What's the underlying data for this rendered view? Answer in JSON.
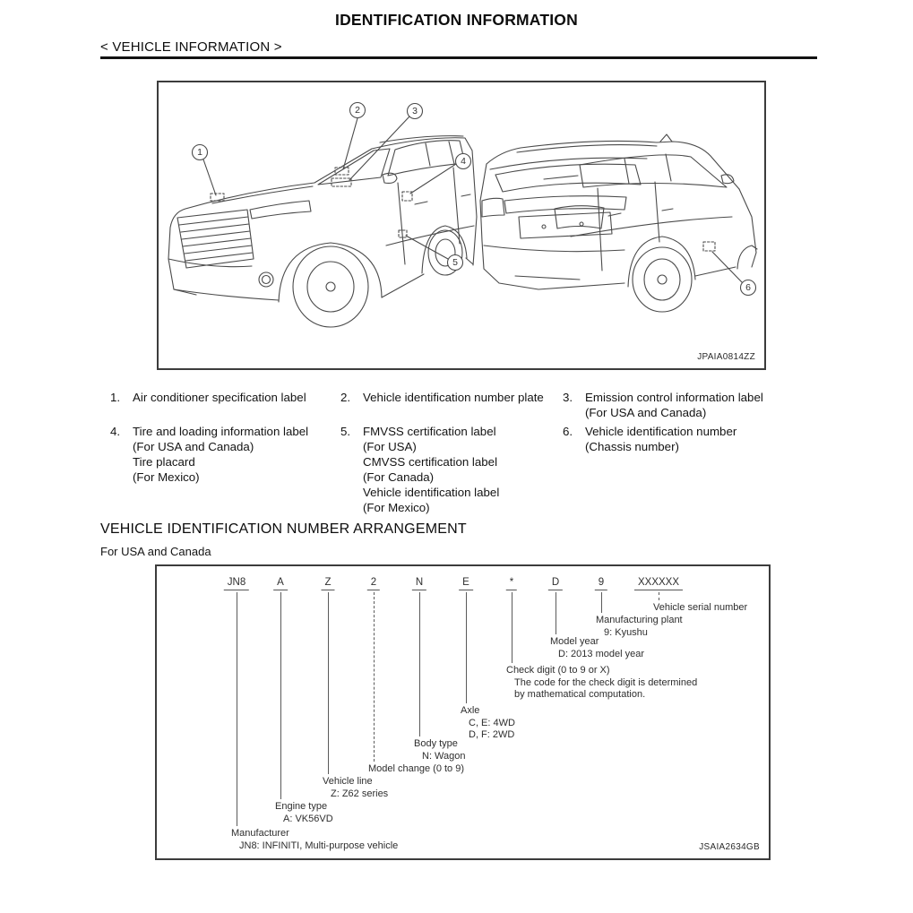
{
  "page": {
    "title": "IDENTIFICATION INFORMATION",
    "subtitle": "< VEHICLE INFORMATION >"
  },
  "labels_figure": {
    "figure_code": "JPAIA0814ZZ",
    "callouts": [
      "1",
      "2",
      "3",
      "4",
      "5",
      "6"
    ],
    "items": [
      {
        "num": "1.",
        "lines": [
          "Air conditioner specification label"
        ]
      },
      {
        "num": "2.",
        "lines": [
          "Vehicle identification number plate"
        ]
      },
      {
        "num": "3.",
        "lines": [
          "Emission control information label",
          "(For USA and Canada)"
        ]
      },
      {
        "num": "4.",
        "lines": [
          "Tire and loading information label",
          "(For USA and Canada)",
          "Tire placard",
          "(For Mexico)"
        ]
      },
      {
        "num": "5.",
        "lines": [
          "FMVSS certification label",
          "(For USA)",
          "CMVSS certification label",
          "(For Canada)",
          "Vehicle identification label",
          "(For Mexico)"
        ]
      },
      {
        "num": "6.",
        "lines": [
          "Vehicle identification number",
          "(Chassis number)"
        ]
      }
    ]
  },
  "vin_section": {
    "heading": "VEHICLE IDENTIFICATION NUMBER ARRANGEMENT",
    "region": "For USA and Canada",
    "figure_code": "JSAIA2634GB",
    "positions": [
      {
        "code": "JN8",
        "label_lines": [
          "Manufacturer",
          "JN8: INFINITI, Multi-purpose vehicle"
        ]
      },
      {
        "code": "A",
        "label_lines": [
          "Engine type",
          "A: VK56VD"
        ]
      },
      {
        "code": "Z",
        "label_lines": [
          "Vehicle line",
          "Z: Z62 series"
        ]
      },
      {
        "code": "2",
        "label_lines": [
          "Model change (0 to 9)"
        ]
      },
      {
        "code": "N",
        "label_lines": [
          "Body type",
          "N: Wagon"
        ]
      },
      {
        "code": "E",
        "label_lines": [
          "Axle",
          "C, E: 4WD",
          "D, F: 2WD"
        ]
      },
      {
        "code": "*",
        "label_lines": [
          "Check digit (0 to 9 or X)",
          "The code for the check digit is determined",
          "by mathematical computation."
        ]
      },
      {
        "code": "D",
        "label_lines": [
          "Model year",
          "D: 2013 model year"
        ]
      },
      {
        "code": "9",
        "label_lines": [
          "Manufacturing plant",
          "9: Kyushu"
        ]
      },
      {
        "code": "XXXXXX",
        "label_lines": [
          "Vehicle serial number"
        ]
      }
    ]
  }
}
